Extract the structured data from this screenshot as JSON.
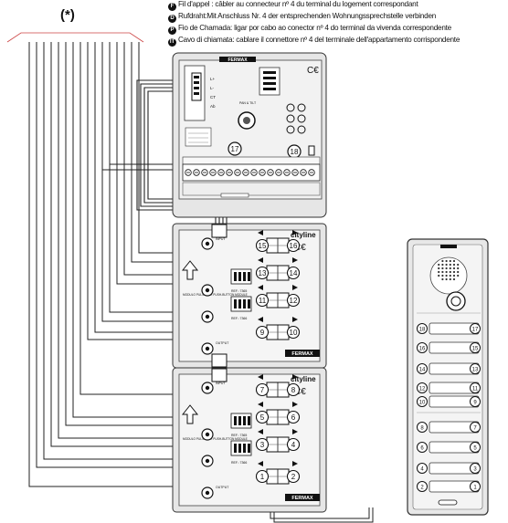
{
  "asterisk": "(*)",
  "notes": [
    {
      "lang": "F",
      "text": "Fil d'appel : câbler au connecteur nº 4 du terminal du logement correspondant"
    },
    {
      "lang": "D",
      "text": "Rufdraht:Mit Anschluss Nr. 4 der entsprechenden Wohnungssprechstelle verbinden"
    },
    {
      "lang": "P",
      "text": "Fio de Chamada: ligar por cabo ao conector nº 4 do terminal da vivenda correspondente"
    },
    {
      "lang": "IT",
      "text": "Cavo di chiamata: cablare il connettore nº 4 del terminale dell'appartamento corrispondente"
    }
  ],
  "audio_module": {
    "brand": "FERMAX",
    "ce": "C€",
    "terminal_17": "17",
    "terminal_18": "18",
    "pins": [
      "L+",
      "L-",
      "CT",
      "Ab"
    ]
  },
  "pushbutton_module_upper": {
    "brand": "cityline",
    "ce": "C€",
    "logo": "FERMAX",
    "input_label": "INPUT",
    "output_label": "OUTPUT",
    "ref1": "REF.: 7365",
    "ref2": "REF.: 7366",
    "module_text": "MODULO PULSADOR PUSH-BUTTON MODULE",
    "numbers": [
      "15",
      "16",
      "13",
      "14",
      "11",
      "12",
      "9",
      "10"
    ]
  },
  "pushbutton_module_lower": {
    "brand": "cityline",
    "ce": "C€",
    "logo": "FERMAX",
    "input_label": "INPUT",
    "output_label": "OUTPUT",
    "ref1": "REF.: 7365",
    "ref2": "REF.: 7366",
    "module_text": "MODULO PULSADOR PUSH-BUTTON MODULE",
    "numbers": [
      "7",
      "8",
      "5",
      "6",
      "3",
      "4",
      "1",
      "2"
    ]
  },
  "front_panel": {
    "buttons": [
      {
        "left": "18",
        "right": "17"
      },
      {
        "left": "16",
        "right": "15"
      },
      {
        "left": "14",
        "right": "13"
      },
      {
        "left": "12",
        "right": "11"
      },
      {
        "left": "10",
        "right": "9"
      },
      {
        "left": "8",
        "right": "7"
      },
      {
        "left": "6",
        "right": "5"
      },
      {
        "left": "4",
        "right": "3"
      },
      {
        "left": "2",
        "right": "1"
      }
    ]
  },
  "colors": {
    "line": "#222222",
    "panel_bg": "#e6e6e6",
    "module_bg": "#f2f2f2",
    "dark": "#111111"
  }
}
